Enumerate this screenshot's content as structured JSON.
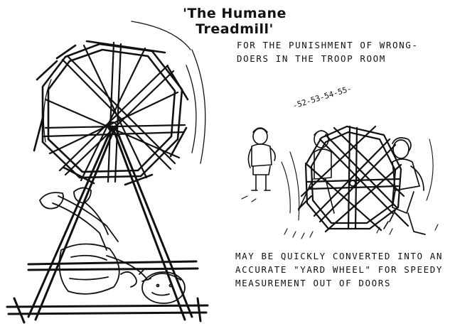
{
  "title": "'The  Humane  Treadmill'",
  "caption_top": {
    "line1": "For the punishment of wrong-",
    "line2": "doers in the troop room"
  },
  "counting": "-52-53-54-55-",
  "caption_bottom": {
    "line1": "May be quickly converted into an",
    "line2": "accurate \"yard wheel\" for speedy",
    "line3": "measurement out of doors"
  },
  "illustration": {
    "left": "large-wheel-treadmill",
    "right": "yard-wheel-scene"
  }
}
